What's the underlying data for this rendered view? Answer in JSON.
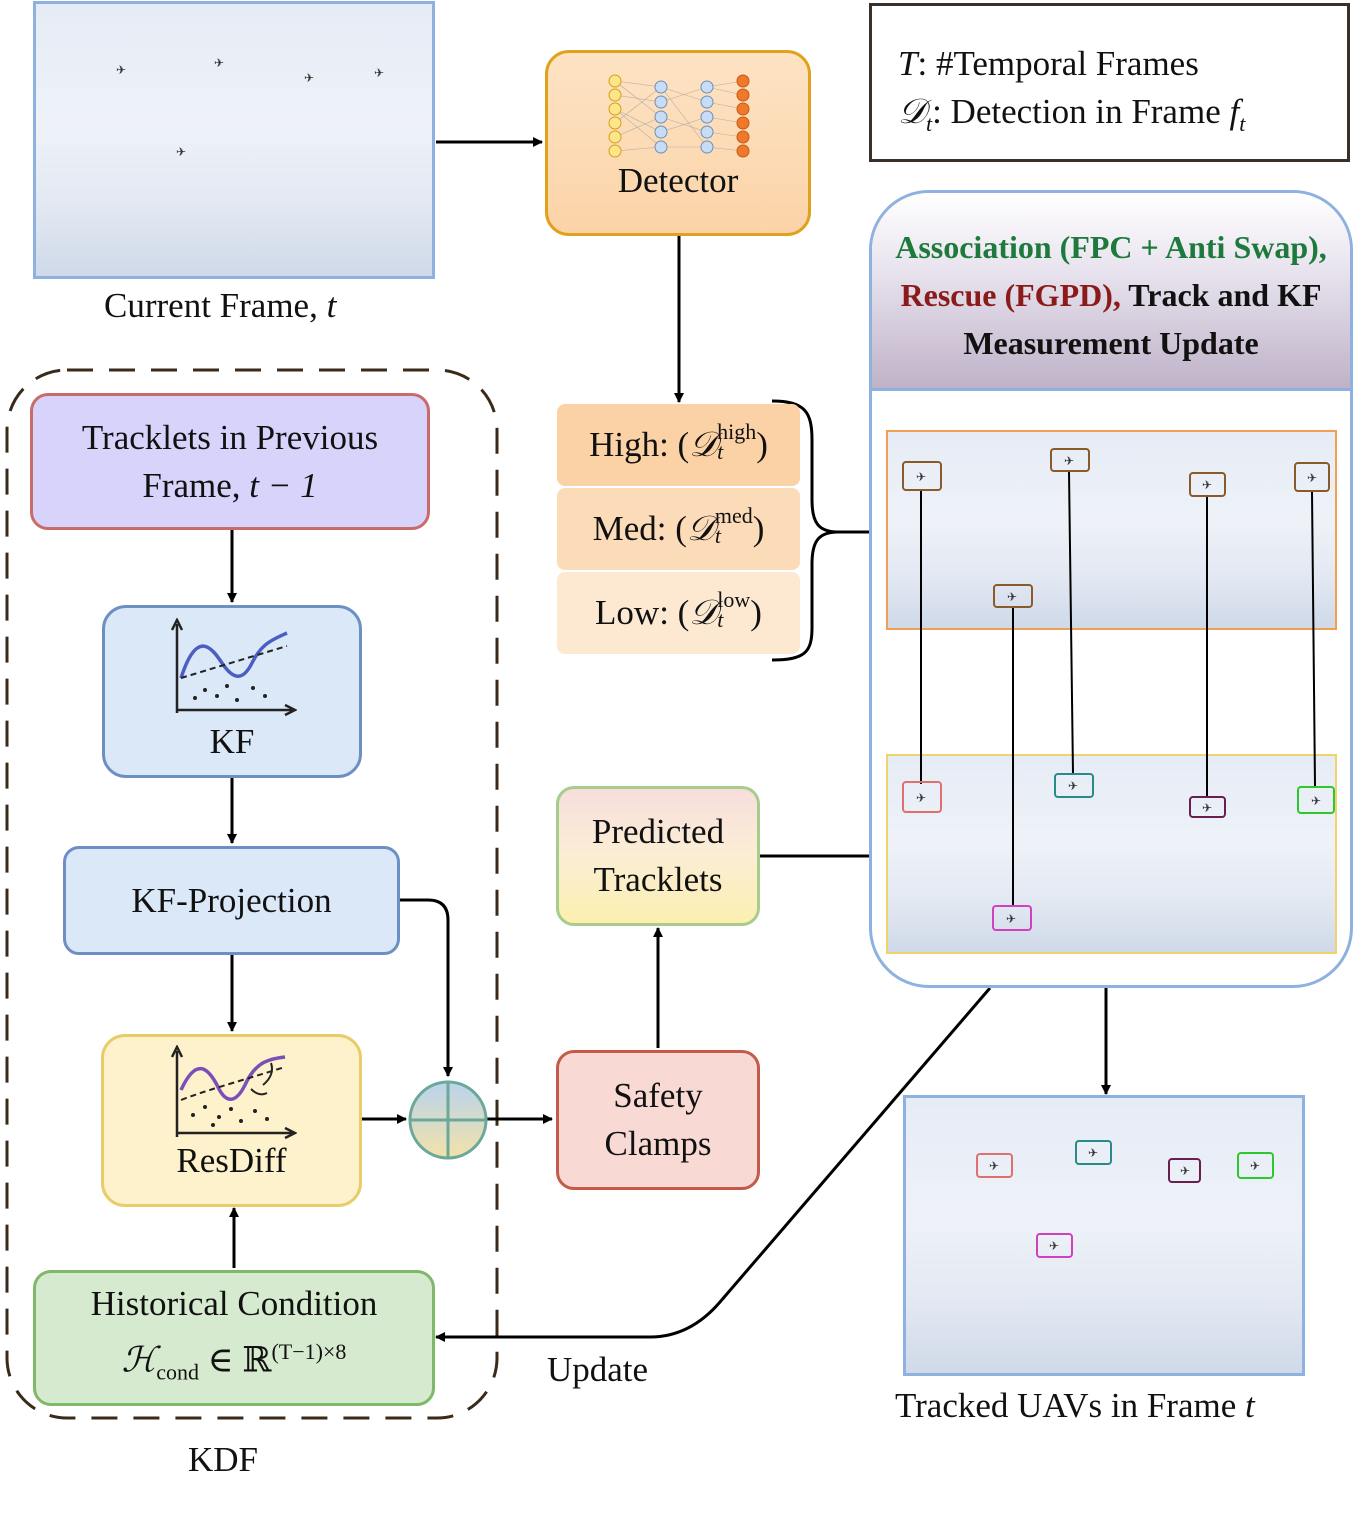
{
  "legend": {
    "line1_symbol": "T",
    "line1_text": ": #Temporal Frames",
    "line2_symbol": "𝒟",
    "line2_sub": "t",
    "line2_text": ": Detection in Frame ",
    "line2_var": "f",
    "line2_var_sub": "t"
  },
  "current_frame": {
    "caption": "Current Frame, ",
    "caption_var": "t"
  },
  "detector": {
    "label": "Detector"
  },
  "confidence": [
    {
      "prefix": "High: (",
      "symbol": "𝒟",
      "sup": "high",
      "sub": "t",
      "suffix": ")"
    },
    {
      "prefix": "Med: (",
      "symbol": "𝒟",
      "sup": "med",
      "sub": "t",
      "suffix": ")"
    },
    {
      "prefix": "Low: (",
      "symbol": "𝒟",
      "sup": "low",
      "sub": "t",
      "suffix": ")"
    }
  ],
  "association": {
    "part1": "Association (FPC + Anti Swap),",
    "part2": " Rescue (FGPD),",
    "part3": " Track and KF Measurement Update",
    "colors": {
      "part1": "#1e7a3c",
      "part2": "#8b1a1a",
      "part3": "#111111"
    }
  },
  "kdf": {
    "tracklets_prev_line1": "Tracklets in Previous",
    "tracklets_prev_line2": "Frame, ",
    "tracklets_prev_var": "t − 1",
    "kf": "KF",
    "kf_projection": "KF-Projection",
    "resdiff": "ResDiff",
    "historical_line1": "Historical Condition",
    "historical_symbol": "ℋ",
    "historical_sub": "cond",
    "historical_rest": " ∈ ℝ",
    "historical_sup": "(T−1)×8",
    "caption": "KDF"
  },
  "predicted_tracklets": {
    "line1": "Predicted",
    "line2": "Tracklets"
  },
  "safety_clamps": {
    "line1": "Safety",
    "line2": "Clamps"
  },
  "update_label": "Update",
  "tracked_caption": "Tracked UAVs in Frame ",
  "tracked_caption_var": "t",
  "icons": [
    "neural-network-icon",
    "kf-chart-icon",
    "resdiff-chart-icon",
    "drone-icon",
    "sum-node-icon"
  ]
}
